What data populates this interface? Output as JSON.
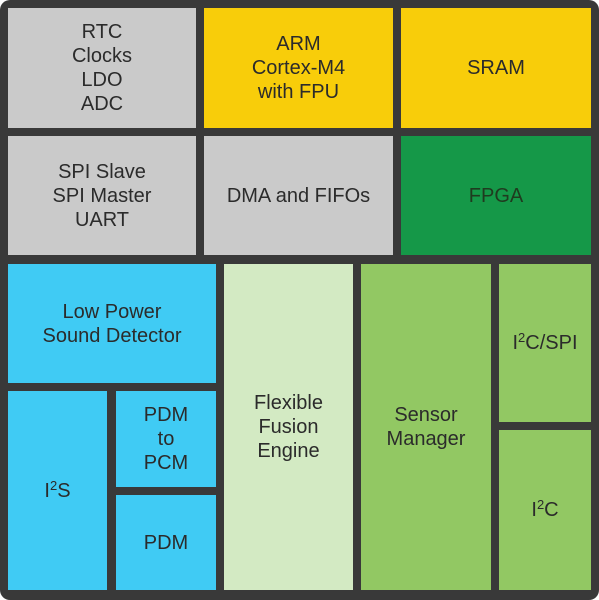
{
  "blocks": {
    "rtc_group": {
      "lines": [
        "RTC",
        "Clocks",
        "LDO",
        "ADC"
      ]
    },
    "arm": {
      "lines": [
        "ARM",
        "Cortex-M4",
        "with FPU"
      ]
    },
    "sram": {
      "lines": [
        "SRAM"
      ]
    },
    "spi_group": {
      "lines": [
        "SPI Slave",
        "SPI Master",
        "UART"
      ]
    },
    "dma": {
      "lines": [
        "DMA and FIFOs"
      ]
    },
    "fpga": {
      "lines": [
        "FPGA"
      ]
    },
    "lpsd": {
      "lines": [
        "Low Power",
        "Sound Detector"
      ]
    },
    "i2s": {
      "prefix": "I",
      "sup": "2",
      "suffix": "S"
    },
    "pdm_to_pcm": {
      "lines": [
        "PDM",
        "to",
        "PCM"
      ]
    },
    "pdm": {
      "lines": [
        "PDM"
      ]
    },
    "ffe": {
      "lines": [
        "Flexible",
        "Fusion",
        "Engine"
      ]
    },
    "sensor_mgr": {
      "lines": [
        "Sensor",
        "Manager"
      ]
    },
    "i2c_spi": {
      "prefix": "I",
      "sup": "2",
      "suffix": "C/SPI"
    },
    "i2c": {
      "prefix": "I",
      "sup": "2",
      "suffix": "C"
    }
  },
  "colors": {
    "gray": "#cacaca",
    "yellow": "#f8cd0a",
    "green": "#159848",
    "blue": "#40cbf4",
    "pale_green": "#d3eac3",
    "light_green": "#92c863",
    "border": "#393939"
  }
}
